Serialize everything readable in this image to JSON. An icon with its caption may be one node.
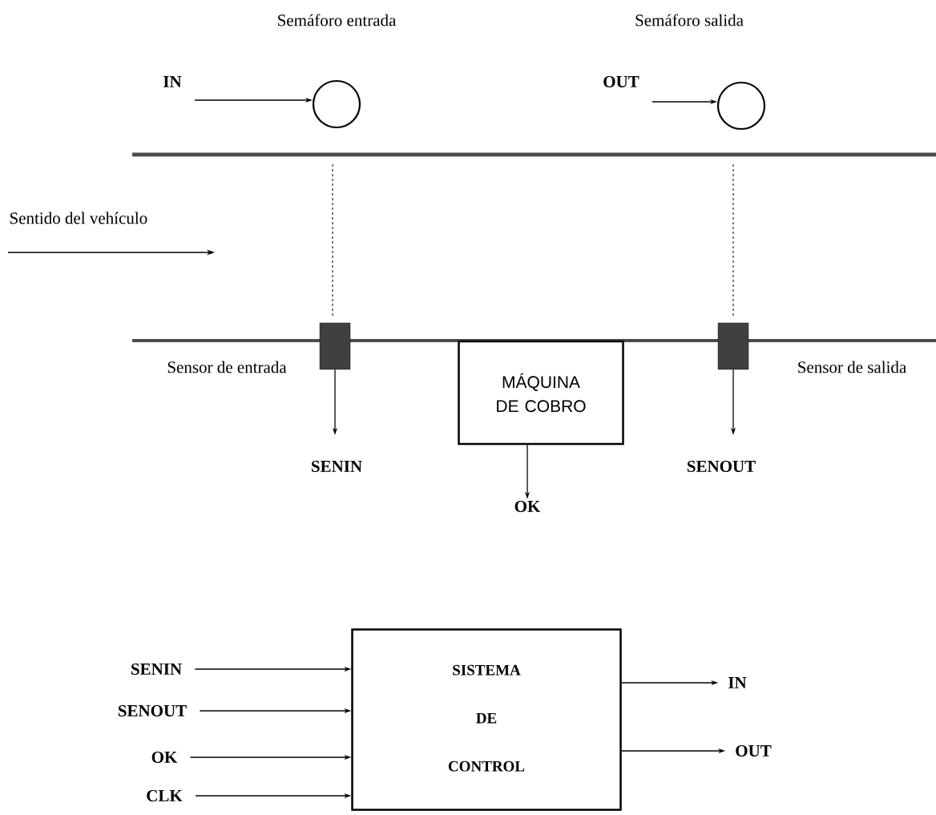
{
  "diagram": {
    "nodes": [
      {
        "text": [
          "IN"
        ]
      },
      {
        "text": [],
        "shape": "circle",
        "beside": [
          "Semáforo entrada"
        ]
      },
      {
        "text": [
          "OUT"
        ]
      },
      {
        "text": [],
        "shape": "circle",
        "beside": [
          "Semáforo salida"
        ]
      },
      {
        "text": [],
        "shape": "box",
        "beside": [
          "Sensor de entrada"
        ]
      },
      {
        "text": [
          "SENIN"
        ]
      },
      {
        "text": [
          "MÁQUINA DE COBRO"
        ]
      },
      {
        "text": [
          "OK"
        ]
      },
      {
        "text": [],
        "shape": "box",
        "beside": [
          "Sensor de salida"
        ]
      },
      {
        "text": [
          "SENOUT"
        ]
      },
      {
        "text": [
          "SENIN"
        ]
      },
      {
        "text": [
          "SENOUT"
        ]
      },
      {
        "text": [
          "OK"
        ]
      },
      {
        "text": [
          "CLK"
        ]
      },
      {
        "text": [
          "SISTEMA",
          "DE",
          "CONTROL"
        ]
      },
      {
        "text": [
          "IN"
        ]
      },
      {
        "text": [
          "OUT"
        ]
      }
    ],
    "edges": [
      {
        "from": 0,
        "to": 1,
        "arrow": "to"
      },
      {
        "from": 2,
        "to": 3,
        "arrow": "to"
      },
      {
        "from": 4,
        "to": 5,
        "arrow": "to"
      },
      {
        "from": 6,
        "to": 7,
        "arrow": "to"
      },
      {
        "from": 8,
        "to": 9,
        "arrow": "to"
      },
      {
        "from": 10,
        "to": 14,
        "arrow": "to"
      },
      {
        "from": 11,
        "to": 14,
        "arrow": "to"
      },
      {
        "from": 12,
        "to": 14,
        "arrow": "to"
      },
      {
        "from": 13,
        "to": 14,
        "arrow": "to"
      },
      {
        "from": 14,
        "to": 15,
        "arrow": "to"
      },
      {
        "from": 14,
        "to": 16,
        "arrow": "to"
      }
    ],
    "labels": [
      "Sentido del vehículo"
    ]
  }
}
